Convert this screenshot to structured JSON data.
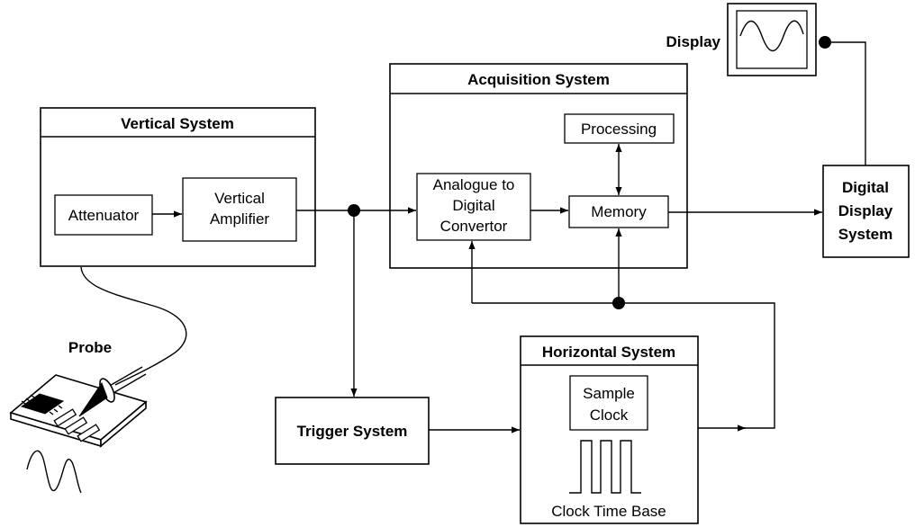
{
  "labels": {
    "display": "Display",
    "acquisition_system": "Acquisition System",
    "processing": "Processing",
    "vertical_system": "Vertical System",
    "attenuator": "Attenuator",
    "vertical_amplifier": [
      "Vertical",
      "Amplifier"
    ],
    "adc": [
      "Analogue to",
      "Digital",
      "Convertor"
    ],
    "memory": "Memory",
    "digital_display_system": [
      "Digital",
      "Display",
      "System"
    ],
    "probe": "Probe",
    "horizontal_system": "Horizontal System",
    "sample_clock": [
      "Sample",
      "Clock"
    ],
    "trigger_system": "Trigger System",
    "clock_time_base": "Clock Time Base"
  },
  "icons": {
    "display_waveform": "sine-wave-icon",
    "probe": "probe-icon",
    "circuit_board": "circuit-board-icon",
    "probe_signal": "waveform-icon",
    "clock_pulses": "square-wave-icon"
  },
  "colors": {
    "stroke": "#000000",
    "background": "#ffffff"
  }
}
